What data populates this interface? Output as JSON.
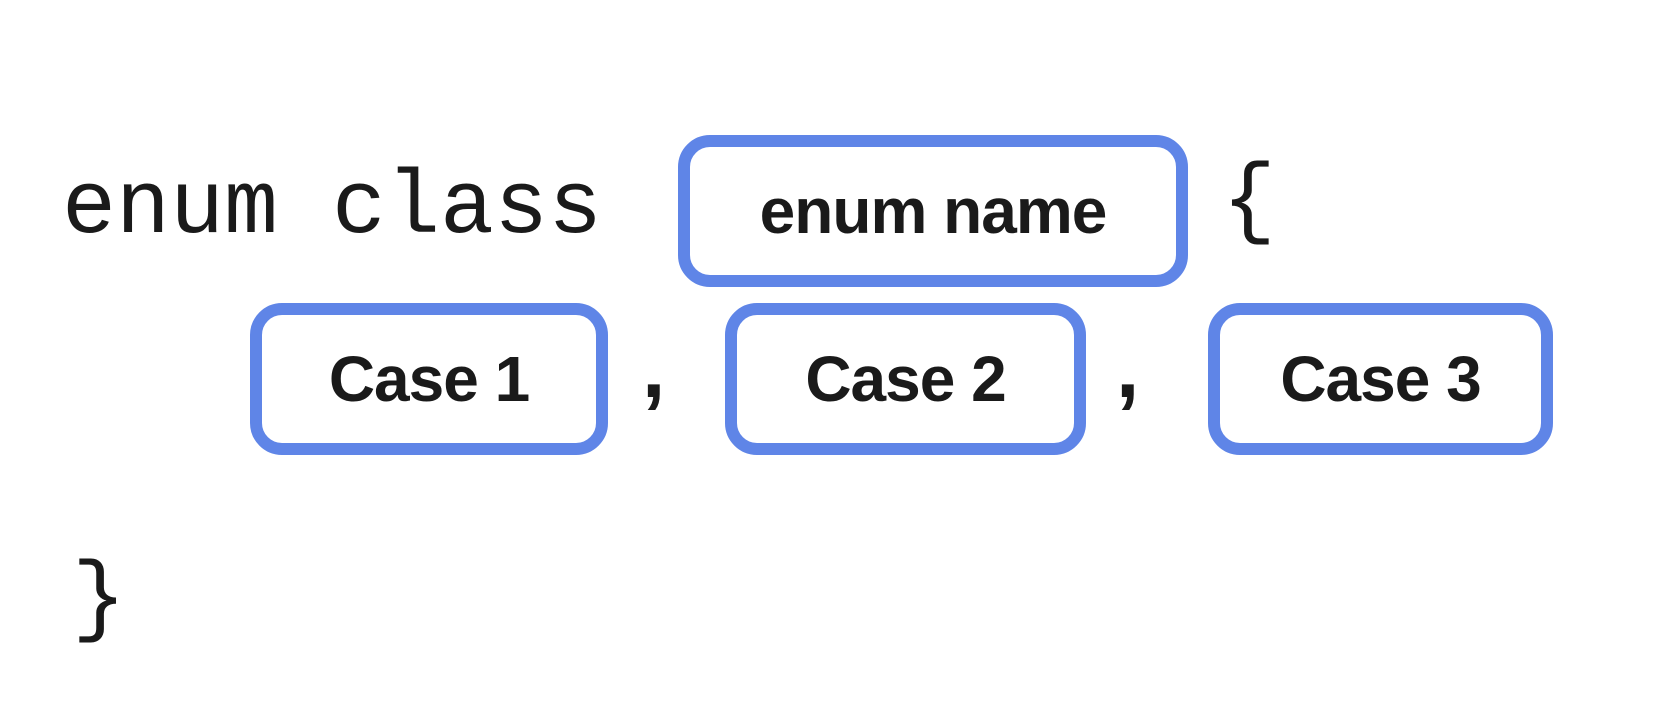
{
  "diagram": {
    "keyword": "enum class",
    "open_brace": "{",
    "close_brace": "}",
    "separator": ",",
    "enum_name": {
      "label": "enum name"
    },
    "cases": [
      {
        "label": "Case 1"
      },
      {
        "label": "Case 2"
      },
      {
        "label": "Case 3"
      }
    ],
    "colors": {
      "accent": "#5F85E7",
      "text": "#1A1A1A",
      "background": "#FFFFFF"
    }
  }
}
